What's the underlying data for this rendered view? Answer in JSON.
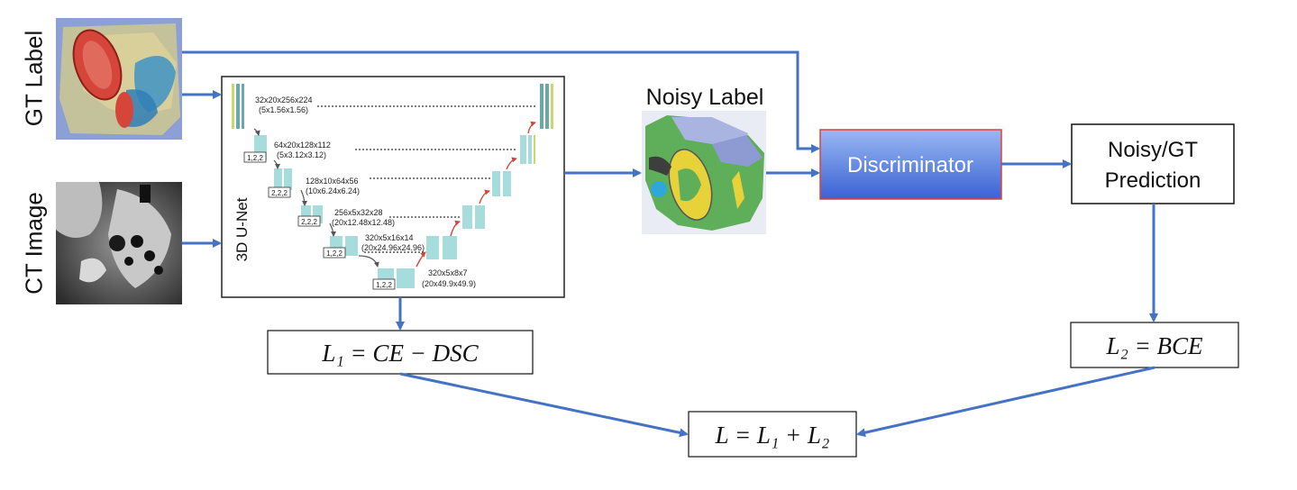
{
  "inputs": {
    "gt_label": "GT Label",
    "ct_image": "CT Image"
  },
  "unet": {
    "name": "3D U-Net",
    "levels": [
      {
        "dims": "32x20x256x224",
        "spacing": "(5x1.56x1.56)"
      },
      {
        "dims": "64x20x128x112",
        "spacing": "(5x3.12x3.12)",
        "stride": "1,2,2"
      },
      {
        "dims": "128x10x64x56",
        "spacing": "(10x6.24x6.24)",
        "stride": "2,2,2"
      },
      {
        "dims": "256x5x32x28",
        "spacing": "(20x12.48x12.48)",
        "stride": "2,2,2"
      },
      {
        "dims": "320x5x16x14",
        "spacing": "(20x24.96x24.96)",
        "stride": "1,2,2"
      },
      {
        "dims": "320x5x8x7",
        "spacing": "(20x49.9x49.9)",
        "stride": "1,2,2"
      }
    ]
  },
  "noisy_label": {
    "title": "Noisy Label"
  },
  "discriminator": {
    "label": "Discriminator"
  },
  "prediction": {
    "line1": "Noisy/GT",
    "line2": "Prediction"
  },
  "losses": {
    "l1": "L₁ = CE  − DSC",
    "l2": "L₂ = BCE",
    "total": "L = L₁ + L₂"
  },
  "colors": {
    "arrow": "#4472c4",
    "discriminator_top": "#8fb1ef",
    "discriminator_bottom": "#3d66d6",
    "discriminator_border": "#e0413b",
    "unet_block": "#a7dcdc",
    "unet_skip": "#6aa9a9"
  }
}
